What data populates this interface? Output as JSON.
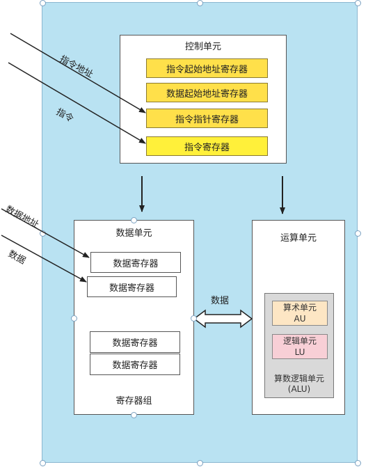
{
  "control_unit": {
    "title": "控制单元",
    "registers": [
      "指令起始地址寄存器",
      "数据起始地址寄存器",
      "指令指针寄存器",
      "指令寄存器"
    ]
  },
  "data_unit": {
    "title": "数据单元",
    "registers_top": [
      "数据寄存器",
      "数据寄存器"
    ],
    "registers_bottom": [
      "数据寄存器",
      "数据寄存器"
    ],
    "group_label": "寄存器组"
  },
  "arith_unit": {
    "title": "运算单元",
    "au_line1": "算术单元",
    "au_line2": "AU",
    "lu_line1": "逻辑单元",
    "lu_line2": "LU",
    "alu_line1": "算数逻辑单元",
    "alu_line2": "(ALU)"
  },
  "arrows": {
    "instr_addr": "指令地址",
    "instr": "指令",
    "data_addr": "数据地址",
    "data_in": "数据",
    "data_bus": "数据"
  },
  "colors": {
    "canvas_bg": "#b9e2f2",
    "register_yellow": "#ffe04a",
    "au_fill": "#fde6c4",
    "lu_fill": "#f8cfd6",
    "alu_fill": "#d9d9d9"
  }
}
